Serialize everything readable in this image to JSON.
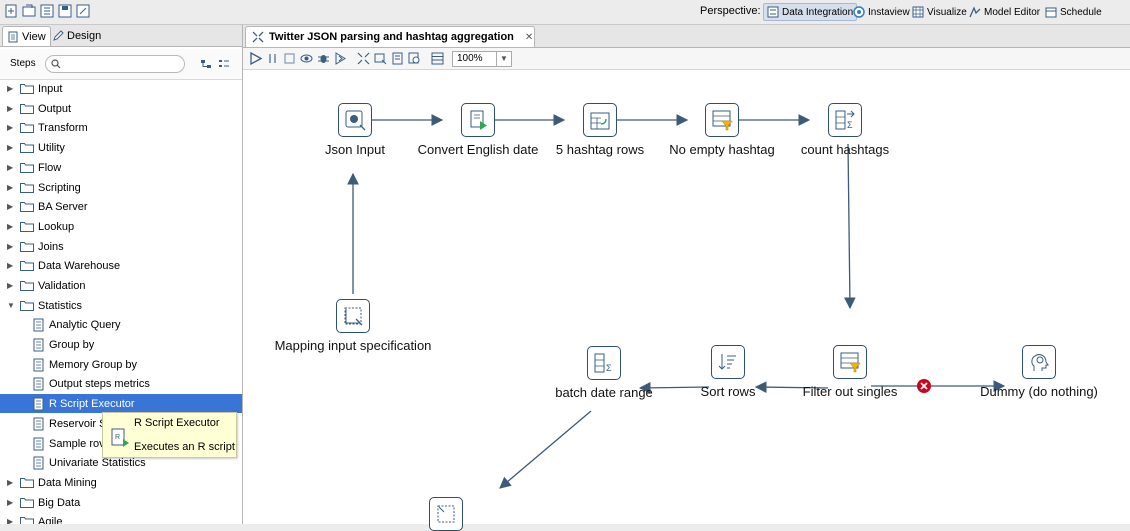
{
  "perspective": {
    "label": "Perspective:",
    "buttons": [
      "Data Integration",
      "Instaview",
      "Visualize",
      "Model Editor",
      "Schedule"
    ]
  },
  "left_panel": {
    "tabs": [
      "View",
      "Design"
    ],
    "steps_label": "Steps",
    "search_placeholder": "",
    "categories": [
      "Input",
      "Output",
      "Transform",
      "Utility",
      "Flow",
      "Scripting",
      "BA Server",
      "Lookup",
      "Joins",
      "Data Warehouse",
      "Validation",
      "Statistics"
    ],
    "statistics_items": [
      "Analytic Query",
      "Group by",
      "Memory Group by",
      "Output steps metrics",
      "R Script Executor",
      "Reservoir S",
      "Sample rov",
      "Univariate Statistics"
    ],
    "more_categories": [
      "Data Mining",
      "Big Data",
      "Agile"
    ],
    "selected_item": "R Script Executor",
    "tooltip": {
      "title": "R Script Executor",
      "description": "Executes an R script"
    }
  },
  "editor": {
    "tab_title": "Twitter JSON parsing and hashtag aggregation",
    "zoom": "100%",
    "steps": {
      "json_input": "Json Input",
      "convert_date": "Convert English date",
      "hashtag_rows": "5 hashtag rows",
      "no_empty": "No empty hashtag",
      "count": "count hashtags",
      "mapping": "Mapping input specification",
      "filter": "Filter out singles",
      "dummy": "Dummy (do nothing)",
      "sort": "Sort rows",
      "batch": "batch date range"
    }
  }
}
